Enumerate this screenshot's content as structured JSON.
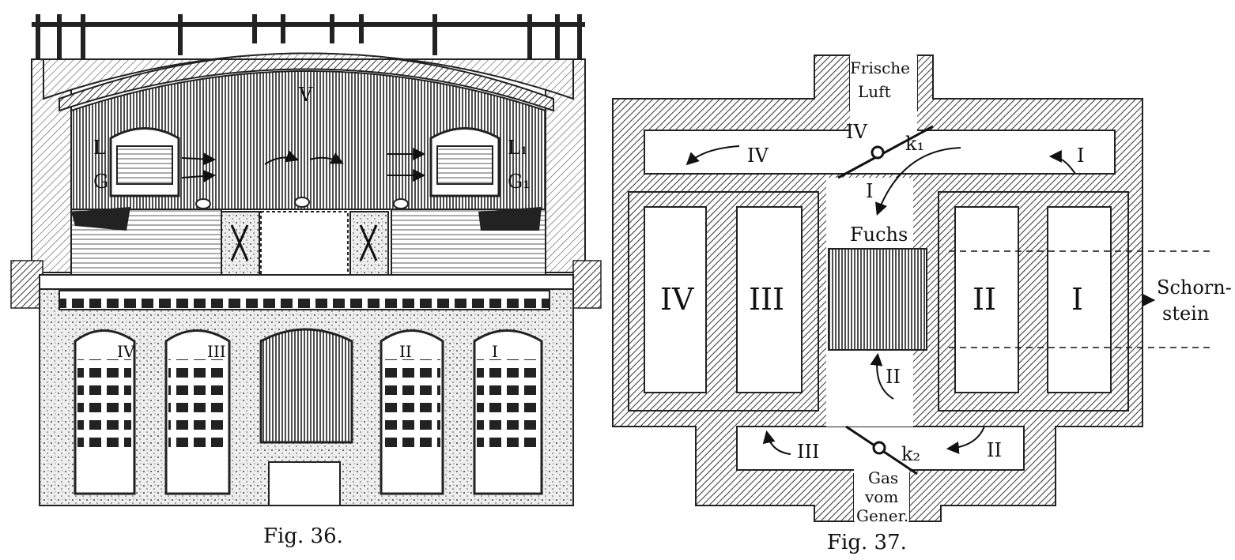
{
  "colors": {
    "ink": "#111111",
    "paper": "#ffffff",
    "hatch": "#555555"
  },
  "figure36": {
    "caption": "Fig. 36.",
    "labels": {
      "chamber": "V",
      "left_L": "L",
      "left_G": "G",
      "right_L": "L₁",
      "right_G": "G₁",
      "regen_IV": "IV",
      "regen_III": "III",
      "regen_II": "II",
      "regen_I": "I"
    }
  },
  "figure37": {
    "caption": "Fig. 37.",
    "fresh_air": [
      "Frische",
      "Luft"
    ],
    "gas": [
      "Gas",
      "vom",
      "Gener."
    ],
    "chimney": [
      "Schorn-",
      "stein"
    ],
    "flue": "Fuchs",
    "valve_k1": "k₁",
    "valve_k2": "k₂",
    "chambers": [
      "IV",
      "III",
      "II",
      "I"
    ],
    "arrows_top": [
      "IV",
      "IV",
      "I",
      "I"
    ],
    "arrows_bottom": [
      "III",
      "II",
      "II"
    ]
  }
}
